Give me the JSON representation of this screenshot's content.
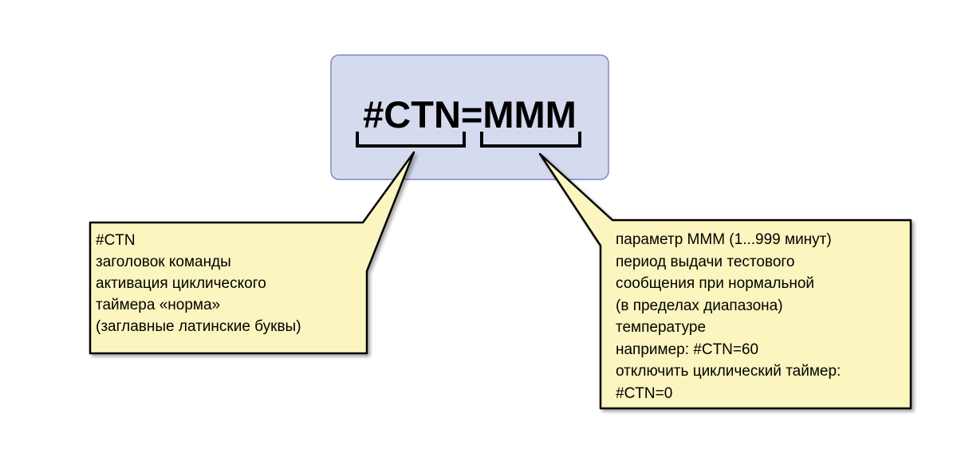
{
  "command": {
    "text": "#CTN=MMM",
    "box_fill": "#d5dbef",
    "box_border": "#7f88c6"
  },
  "callout_left": {
    "fill": "#fbf5bf",
    "lines": [
      "#CTN",
      "заголовок команды",
      "активация циклического",
      "таймера «норма»",
      "(заглавные латинские буквы)"
    ]
  },
  "callout_right": {
    "fill": "#fbf5bf",
    "lines": [
      "параметр MMM (1...999 минут)",
      "период выдачи тестового",
      "сообщения при нормальной",
      "(в пределах диапазона)",
      "температуре",
      "например: #CTN=60",
      "отключить циклический таймер:",
      "#CTN=0"
    ]
  }
}
